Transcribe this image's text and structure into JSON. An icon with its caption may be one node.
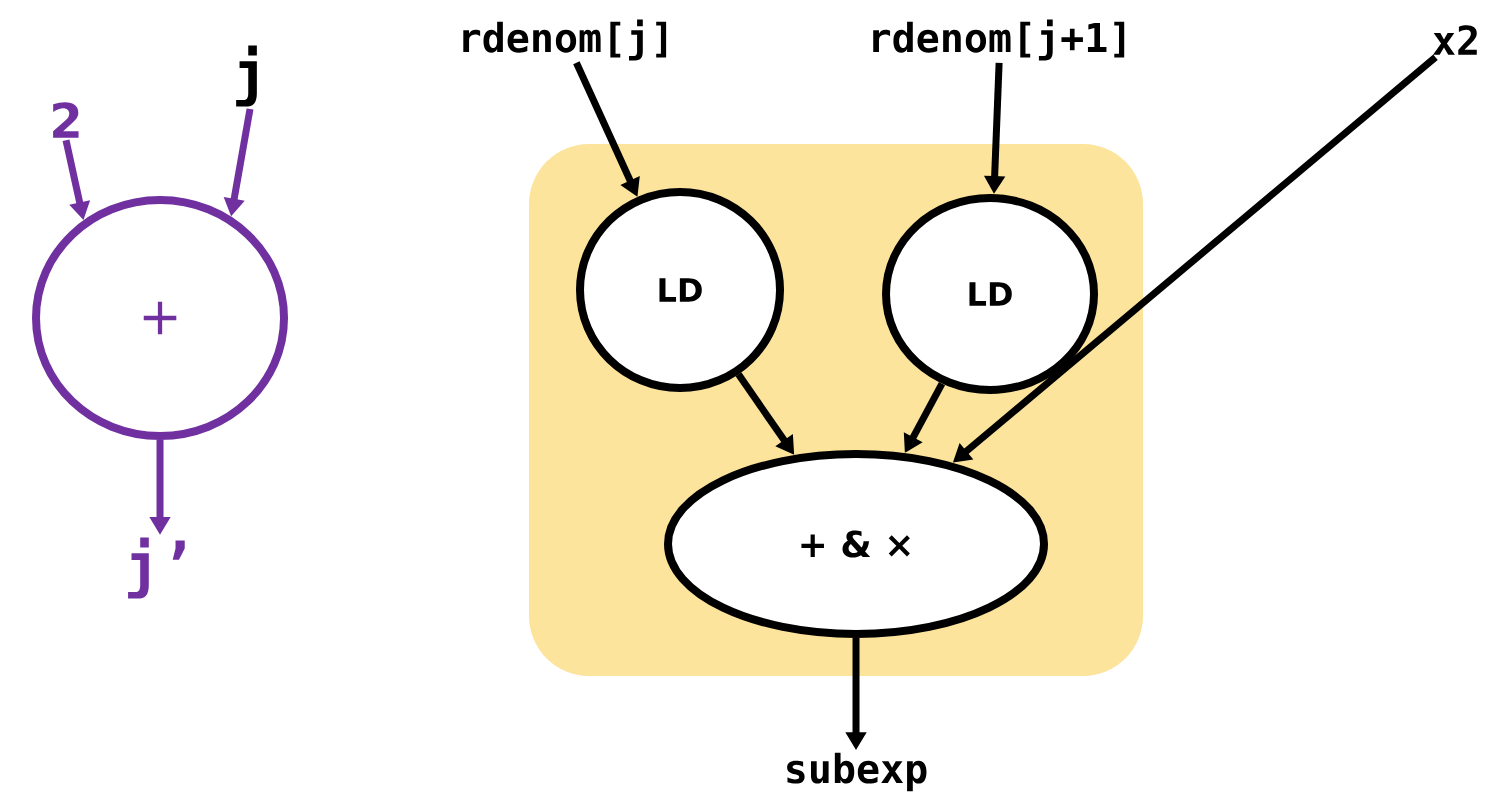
{
  "diagram": {
    "nodes": [
      {
        "text": [
          "2"
        ]
      },
      {
        "text": [
          "j"
        ]
      },
      {
        "text": [
          "+"
        ]
      },
      {
        "text": [
          "j’"
        ]
      },
      {
        "text": [
          "rdenom[j]"
        ]
      },
      {
        "text": [
          "rdenom[j+1]"
        ]
      },
      {
        "text": [
          "x2"
        ]
      },
      {
        "text": [],
        "shape": "box"
      },
      {
        "text": [
          "LD"
        ],
        "in": 7
      },
      {
        "text": [
          "LD"
        ],
        "in": 7
      },
      {
        "text": [
          "+ & ×"
        ],
        "in": 7
      },
      {
        "text": [
          "subexp"
        ]
      }
    ],
    "edges": [
      {
        "from": 0,
        "to": 2,
        "arrow": "to",
        "color": "#7030a0"
      },
      {
        "from": 1,
        "to": 2,
        "arrow": "to",
        "color": "#7030a0"
      },
      {
        "from": 2,
        "to": 3,
        "arrow": "to",
        "color": "#7030a0"
      },
      {
        "from": 4,
        "to": 8,
        "arrow": "to"
      },
      {
        "from": 5,
        "to": 9,
        "arrow": "to"
      },
      {
        "from": 6,
        "to": 10,
        "arrow": "to"
      },
      {
        "from": 8,
        "to": 10,
        "arrow": "to"
      },
      {
        "from": 9,
        "to": 10,
        "arrow": "to"
      },
      {
        "from": 10,
        "to": 11,
        "arrow": "to"
      }
    ]
  }
}
